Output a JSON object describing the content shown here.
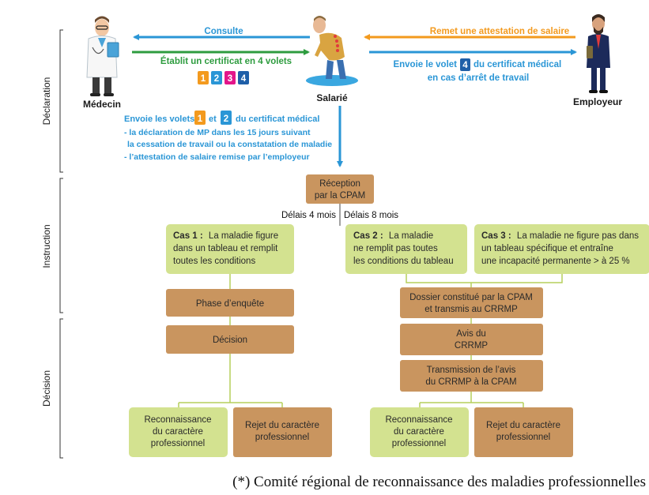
{
  "phases": [
    "Déclaration",
    "Instruction",
    "Décision"
  ],
  "actors": {
    "doctor": "Médecin",
    "employee": "Salarié",
    "employer": "Employeur"
  },
  "arrows": {
    "consulte": "Consulte",
    "etablit": "Établit un certificat en 4 volets",
    "remet": "Remet une attestation de salaire",
    "envoie_volet_pre": "Envoie le volet",
    "envoie_volet_post": "du certificat médical",
    "envoie_volet_line2": "en cas d’arrêt de travail"
  },
  "volets": [
    "1",
    "2",
    "3",
    "4"
  ],
  "volet_colors": [
    "#f39a1e",
    "#2a96d6",
    "#e3168a",
    "#1f5fa8"
  ],
  "sending": {
    "line1_pre": "Envoie les volets",
    "line1_mid": "et",
    "line1_post": "du certificat médical",
    "bullet1_line1": "- la déclaration de MP dans les 15 jours suivant",
    "bullet1_line2": "la cessation de travail ou la constatation de maladie",
    "bullet2": "- l’attestation de salaire remise par l’employeur"
  },
  "reception": [
    "Réception",
    "par la CPAM"
  ],
  "delays": {
    "left": "Délais 4 mois",
    "right": "Délais 8 mois"
  },
  "cases": {
    "cas1": {
      "title": "Cas 1 :",
      "lines": [
        "La maladie figure",
        "dans un tableau et remplit",
        "toutes les conditions"
      ]
    },
    "cas2": {
      "title": "Cas 2 :",
      "lines": [
        "La maladie",
        "ne remplit pas toutes",
        "les conditions du tableau"
      ]
    },
    "cas3": {
      "title": "Cas 3 :",
      "lines": [
        "La maladie ne figure pas dans",
        "un tableau spécifique et entraîne",
        "une incapacité permanente > à 25 %"
      ]
    }
  },
  "left_steps": [
    "Phase d’enquête",
    "Décision"
  ],
  "right_steps": [
    [
      "Dossier constitué par la CPAM",
      "et transmis au CRRMP"
    ],
    [
      "Avis du",
      "CRRMP"
    ],
    [
      "Transmission de l’avis",
      "du CRRMP à la CPAM"
    ]
  ],
  "outcomes": {
    "recognition": [
      "Reconnaissance",
      "du caractère",
      "professionnel"
    ],
    "rejection": [
      "Rejet du caractère",
      "professionnel"
    ]
  },
  "footnote": "(*) Comité régional de reconnaissance des maladies professionnelles",
  "colors": {
    "brown_box": "#c9955f",
    "green_box": "#d3e290",
    "connector_green": "#b6cf5c",
    "blue": "#2a96d6",
    "green_text": "#2e9c3f",
    "orange": "#f39a1e",
    "navy": "#1f5fa8",
    "text_dark": "#2a2a2a"
  }
}
